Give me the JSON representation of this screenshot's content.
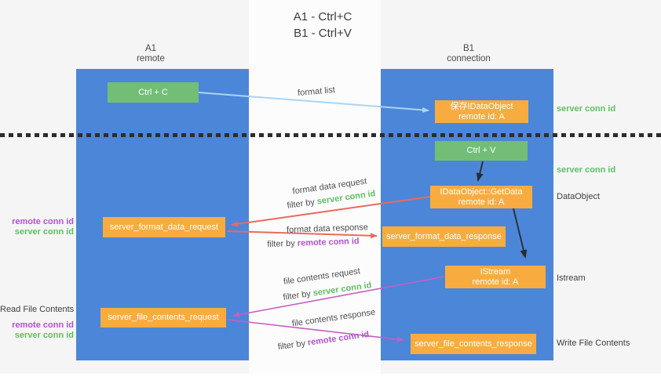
{
  "title": {
    "line1": "A1 - Ctrl+C",
    "line2": "B1 - Ctrl+V"
  },
  "columns": {
    "a": {
      "name": "A1",
      "subtitle": "remote"
    },
    "b": {
      "name": "B1",
      "subtitle": "connection"
    }
  },
  "boxes": {
    "ctrl_c": {
      "label": "Ctrl + C"
    },
    "ctrl_v": {
      "label": "Ctrl + V"
    },
    "save_dataobject": {
      "line1": "保存IDataObject",
      "line2": "remote id: A"
    },
    "getdata": {
      "line1": "IDataObject::GetData",
      "line2": "remote id: A"
    },
    "istream": {
      "line1": "IStream",
      "line2": "remote id: A"
    },
    "server_format_data_request": {
      "label": "server_format_data_request"
    },
    "server_format_data_response": {
      "label": "server_format_data_response"
    },
    "server_file_contents_request": {
      "label": "server_file_contents_request"
    },
    "server_file_contents_response": {
      "label": "server_file_contents_response"
    }
  },
  "flow_labels": {
    "format_list": "format list",
    "format_data_request": "format data request",
    "format_data_response": "format data response",
    "file_contents_request": "file contents request",
    "file_contents_response": "file contents response",
    "filter_by": "filter by",
    "server_conn_id": "server conn id",
    "remote_conn_id": "remote conn id"
  },
  "side_labels": {
    "left": {
      "group1": {
        "remote_conn_id": "remote conn id",
        "server_conn_id": "server conn id"
      },
      "read_file_contents": "Read File Contents",
      "group2": {
        "remote_conn_id": "remote conn id",
        "server_conn_id": "server conn id"
      }
    },
    "right": {
      "server_conn_id_1": "server conn id",
      "server_conn_id_2": "server conn id",
      "dataobject": "DataObject",
      "istream": "Istream",
      "write_file_contents": "Write File Contents"
    }
  },
  "colors": {
    "lane_blue": "#4c86d8",
    "box_green": "#72be77",
    "box_orange": "#f8ac40",
    "text_green": "#5fbf63",
    "text_purple": "#b351d1",
    "arrow_red": "#e96a5f",
    "arrow_magenta": "#c75fc3",
    "arrow_light_blue": "#aad4f5",
    "arrow_black": "#2b2b2b"
  }
}
